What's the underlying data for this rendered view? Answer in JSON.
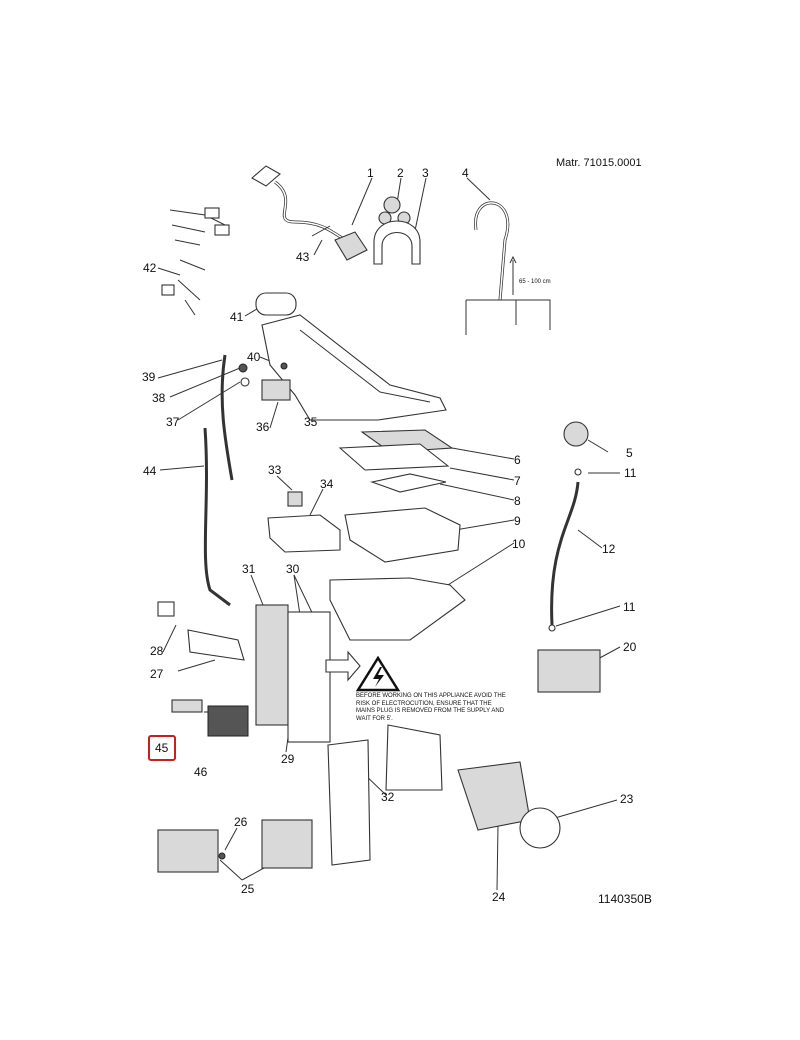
{
  "header": {
    "matr": "Matr. 71015.0001"
  },
  "footer_code": "1140350B",
  "highlight_color": "#c81e1e",
  "highlighted_part": "45",
  "warning": {
    "icon": "high-voltage-warning-icon",
    "text": "BEFORE WORKING ON THIS APPLIANCE AVOID THE RISK OF ELECTROCUTION, ENSURE THAT THE MAINS PLUG IS REMOVED FROM THE SUPPLY AND WAIT FOR 5'."
  },
  "drain_height": "65 - 100 cm",
  "labels": {
    "l1": "1",
    "l2": "2",
    "l3": "3",
    "l4": "4",
    "l5": "5",
    "l6": "6",
    "l7": "7",
    "l8": "8",
    "l9": "9",
    "l10": "10",
    "l11a": "11",
    "l11b": "11",
    "l12": "12",
    "l20": "20",
    "l23": "23",
    "l24": "24",
    "l25": "25",
    "l26": "26",
    "l27": "27",
    "l28": "28",
    "l29": "29",
    "l30": "30",
    "l31": "31",
    "l32": "32",
    "l33": "33",
    "l34": "34",
    "l35": "35",
    "l36": "36",
    "l37": "37",
    "l38": "38",
    "l39": "39",
    "l40": "40",
    "l41": "41",
    "l42": "42",
    "l43": "43",
    "l44": "44",
    "l45": "45",
    "l46": "46"
  }
}
